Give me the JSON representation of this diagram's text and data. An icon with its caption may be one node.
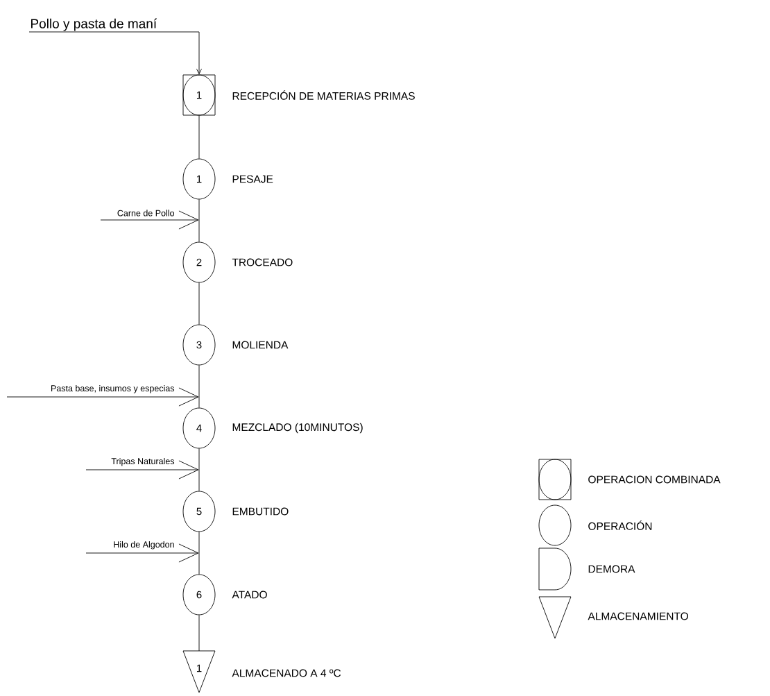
{
  "diagram": {
    "nodes": [
      {
        "text": [
          "Pollo y pasta de maní"
        ]
      },
      {
        "text": [
          "1"
        ],
        "beside": [
          "RECEPCIÓN DE MATERIAS PRIMAS"
        ]
      },
      {
        "text": [
          "1"
        ],
        "beside": [
          "PESAJE"
        ]
      },
      {
        "text": [
          "2"
        ],
        "beside": [
          "TROCEADO"
        ]
      },
      {
        "text": [
          "3"
        ],
        "beside": [
          "MOLIENDA"
        ]
      },
      {
        "text": [
          "4"
        ],
        "beside": [
          "MEZCLADO (10MINUTOS)"
        ]
      },
      {
        "text": [
          "5"
        ],
        "beside": [
          "EMBUTIDO"
        ]
      },
      {
        "text": [
          "6"
        ],
        "beside": [
          "ATADO"
        ]
      },
      {
        "text": [
          "1"
        ],
        "beside": [
          "ALMACENADO A 4 ºC"
        ]
      }
    ],
    "edges": [
      {
        "from": 0,
        "to": 1,
        "arrow": "to"
      },
      {
        "from": 1,
        "to": 2,
        "arrow": "none"
      },
      {
        "from": 2,
        "to": 3,
        "arrow": "none"
      },
      {
        "from": 3,
        "to": 4,
        "arrow": "none"
      },
      {
        "from": 4,
        "to": 5,
        "arrow": "none"
      },
      {
        "from": 5,
        "to": 6,
        "arrow": "none"
      },
      {
        "from": 6,
        "to": 7,
        "arrow": "none"
      },
      {
        "from": 7,
        "to": 8,
        "arrow": "none"
      },
      {
        "from": null,
        "to": 3,
        "arrow": "to",
        "label": "Carne de Pollo"
      },
      {
        "from": null,
        "to": 5,
        "arrow": "to",
        "label": "Pasta base, insumos y especias"
      },
      {
        "from": null,
        "to": 6,
        "arrow": "to",
        "label": "Tripas Naturales"
      },
      {
        "from": null,
        "to": 7,
        "arrow": "to",
        "label": "Hilo de Algodon"
      }
    ],
    "legend": [
      {
        "text": "OPERACION COMBINADA"
      },
      {
        "text": "OPERACIÓN"
      },
      {
        "text": "DEMORA"
      },
      {
        "text": "ALMACENAMIENTO"
      }
    ]
  }
}
